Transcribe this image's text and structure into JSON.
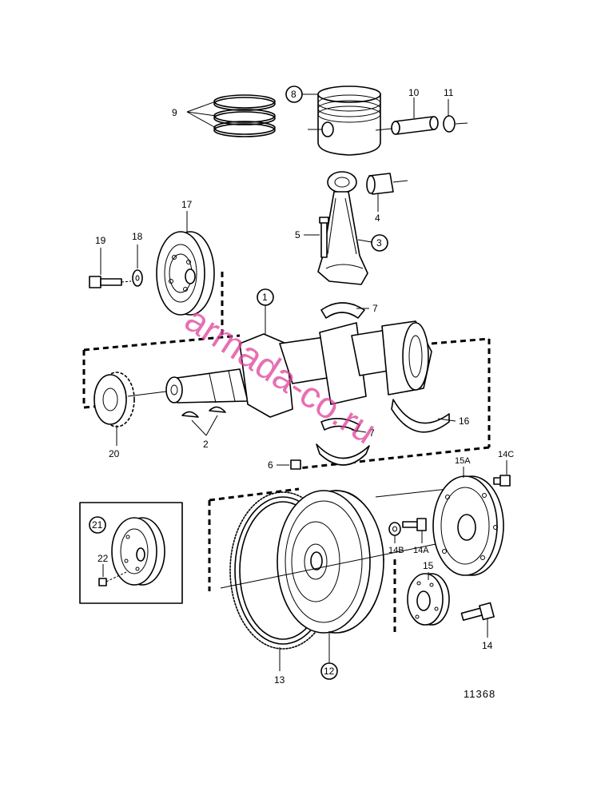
{
  "labels": {
    "p1": "1",
    "p2": "2",
    "p3": "3",
    "p4": "4",
    "p5": "5",
    "p6": "6",
    "p7a": "7",
    "p7b": "7",
    "p8": "8",
    "p9": "9",
    "p10": "10",
    "p11": "11",
    "p12": "12",
    "p13": "13",
    "p14": "14",
    "p14A": "14A",
    "p14B": "14B",
    "p14C": "14C",
    "p15": "15",
    "p15A": "15A",
    "p16": "16",
    "p17": "17",
    "p18": "18",
    "p19": "19",
    "p20": "20",
    "p21": "21",
    "p22": "22"
  },
  "drawing_code": "11368",
  "watermark": "armada-co.ru",
  "colors": {
    "line": "#000000",
    "watermark": "#e0409a",
    "background": "#ffffff"
  }
}
